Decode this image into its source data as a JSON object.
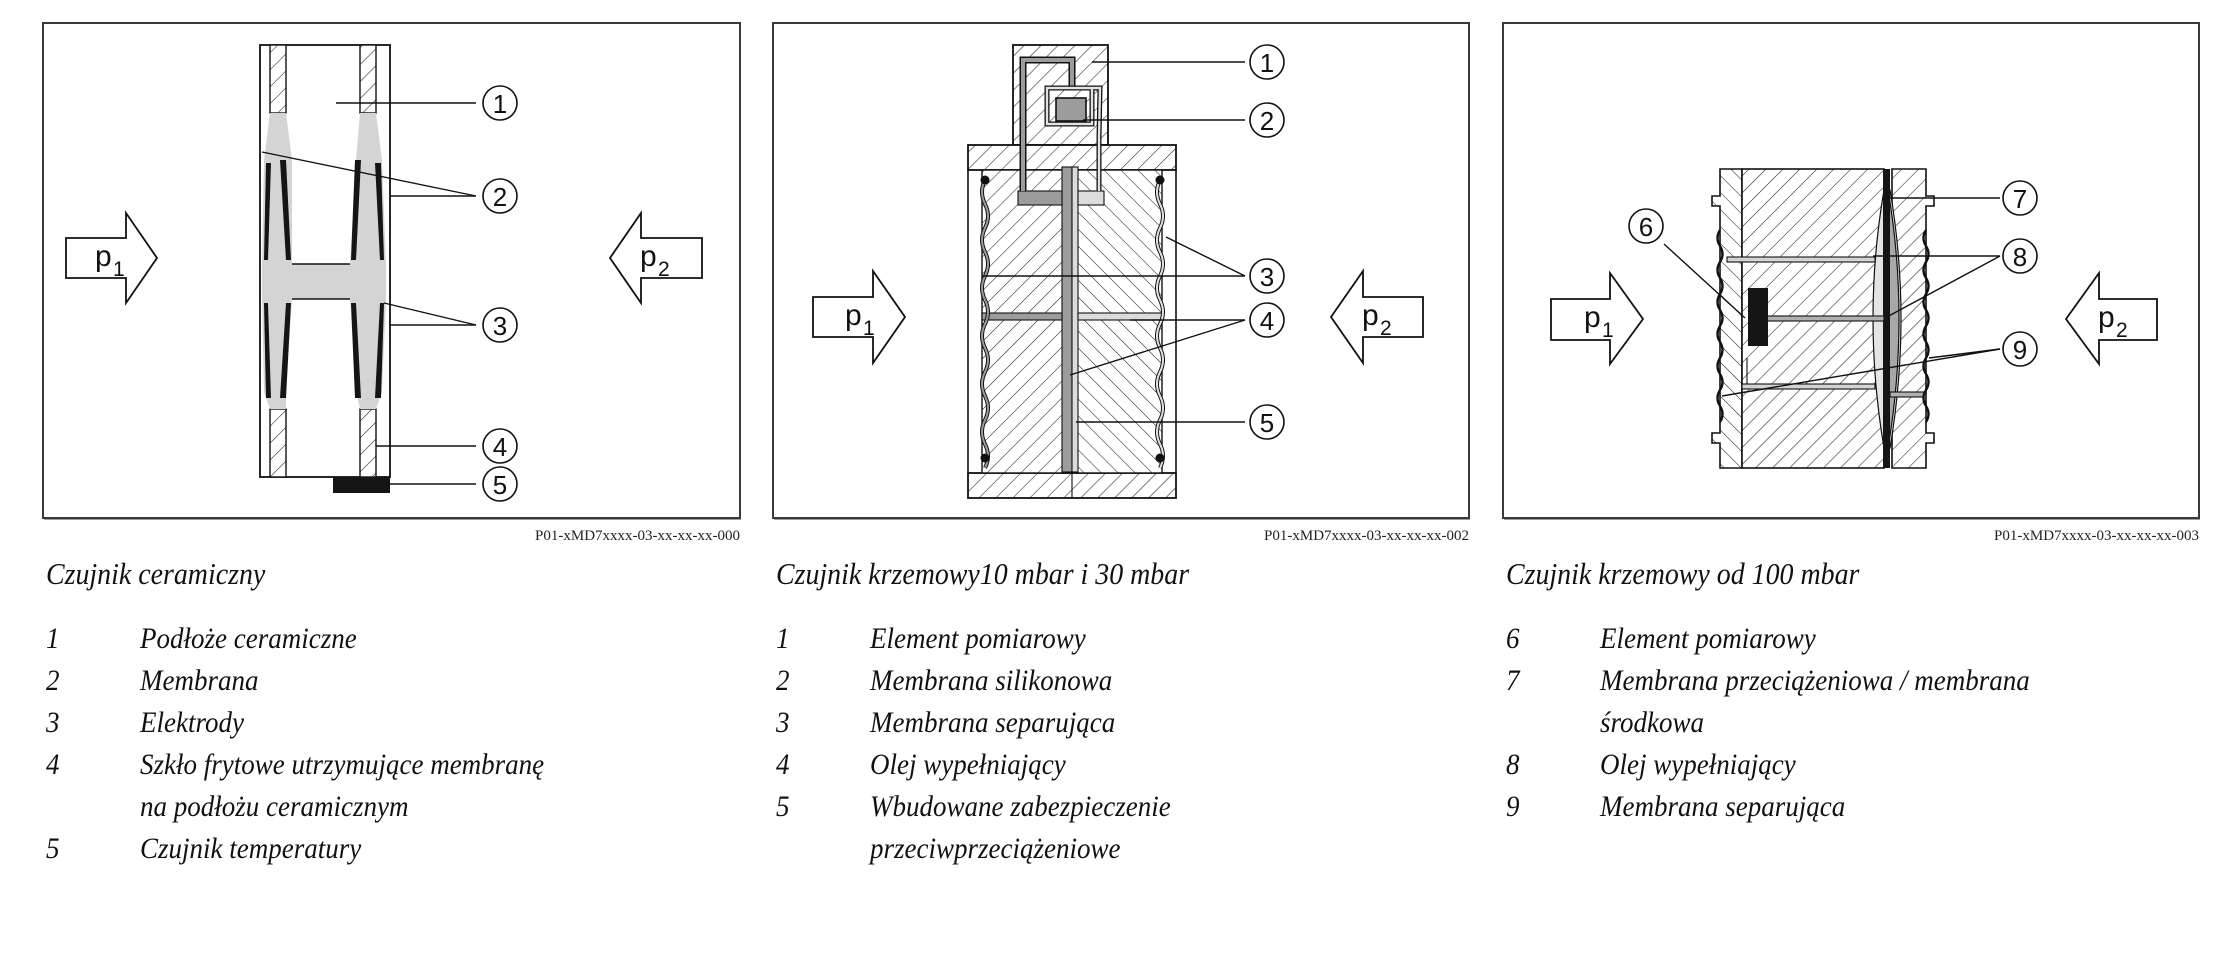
{
  "figures": [
    {
      "id": "ceramic",
      "code": "P01-xMD7xxxx-03-xx-xx-xx-000",
      "title": "Czujnik ceramiczny",
      "pressure_left": {
        "symbol": "p",
        "sub": "1"
      },
      "pressure_right": {
        "symbol": "p",
        "sub": "2"
      },
      "callouts": [
        "1",
        "2",
        "3",
        "4",
        "5"
      ],
      "legend": [
        {
          "num": "1",
          "text": "Podłoże ceramiczne"
        },
        {
          "num": "2",
          "text": "Membrana"
        },
        {
          "num": "3",
          "text": "Elektrody"
        },
        {
          "num": "4",
          "text": "Szkło frytowe utrzymujące membranę",
          "cont": "na podłożu ceramicznym"
        },
        {
          "num": "5",
          "text": "Czujnik temperatury"
        }
      ]
    },
    {
      "id": "silicon-low",
      "code": "P01-xMD7xxxx-03-xx-xx-xx-002",
      "title": "Czujnik krzemowy10 mbar i 30 mbar",
      "pressure_left": {
        "symbol": "p",
        "sub": "1"
      },
      "pressure_right": {
        "symbol": "p",
        "sub": "2"
      },
      "callouts": [
        "1",
        "2",
        "3",
        "4",
        "5"
      ],
      "legend": [
        {
          "num": "1",
          "text": "Element pomiarowy"
        },
        {
          "num": "2",
          "text": "Membrana silikonowa"
        },
        {
          "num": "3",
          "text": "Membrana separująca"
        },
        {
          "num": "4",
          "text": "Olej wypełniający"
        },
        {
          "num": "5",
          "text": "Wbudowane zabezpieczenie",
          "cont": "przeciwprzeciążeniowe"
        }
      ]
    },
    {
      "id": "silicon-high",
      "code": "P01-xMD7xxxx-03-xx-xx-xx-003",
      "title": "Czujnik krzemowy od 100 mbar",
      "pressure_left": {
        "symbol": "p",
        "sub": "1"
      },
      "pressure_right": {
        "symbol": "p",
        "sub": "2"
      },
      "callouts": [
        "6",
        "7",
        "8",
        "9"
      ],
      "legend": [
        {
          "num": "6",
          "text": "Element pomiarowy"
        },
        {
          "num": "7",
          "text": "Membrana przeciążeniowa / membrana",
          "cont": "środkowa"
        },
        {
          "num": "8",
          "text": "Olej wypełniający"
        },
        {
          "num": "9",
          "text": "Membrana separująca"
        }
      ]
    }
  ]
}
